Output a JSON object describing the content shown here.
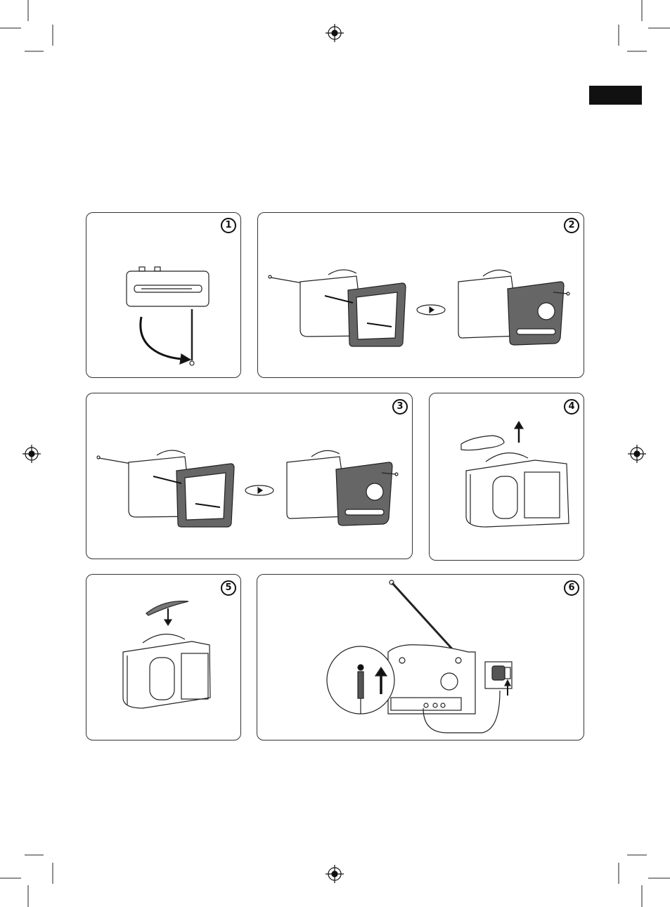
{
  "language_tab": {
    "color": "#111111"
  },
  "steps": [
    {
      "number": "1",
      "illustration": "antenna-extend"
    },
    {
      "number": "2",
      "illustration": "front-panel-replace-with-rear-panel"
    },
    {
      "number": "3",
      "illustration": "front-panel-replace-with-rear-panel"
    },
    {
      "number": "4",
      "illustration": "lift-handle-up"
    },
    {
      "number": "5",
      "illustration": "fold-handle-down"
    },
    {
      "number": "6",
      "illustration": "connect-power-adapter"
    }
  ],
  "icons": [
    "registration-mark-icon",
    "rotate-arrow-icon",
    "hand-icon",
    "arrow-up-icon",
    "arrow-down-icon",
    "power-plug-icon"
  ]
}
